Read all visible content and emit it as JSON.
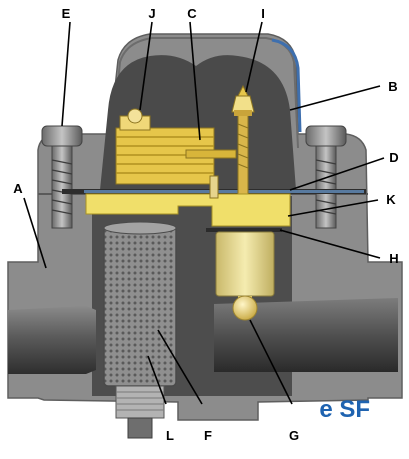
{
  "diagram": {
    "title": "e SF",
    "labels": {
      "A": "A",
      "B": "B",
      "C": "C",
      "D": "D",
      "E": "E",
      "F": "F",
      "G": "G",
      "H": "H",
      "I": "I",
      "J": "J",
      "K": "K",
      "L": "L"
    },
    "colors": {
      "body": "#8c8c8c",
      "body_dark": "#6f6f6f",
      "cavity": "#4a4a4a",
      "brass": "#e6c64a",
      "float_yellow": "#efe27a",
      "gasket_blue": "#3e6fae",
      "title": "#1f63b0"
    }
  }
}
